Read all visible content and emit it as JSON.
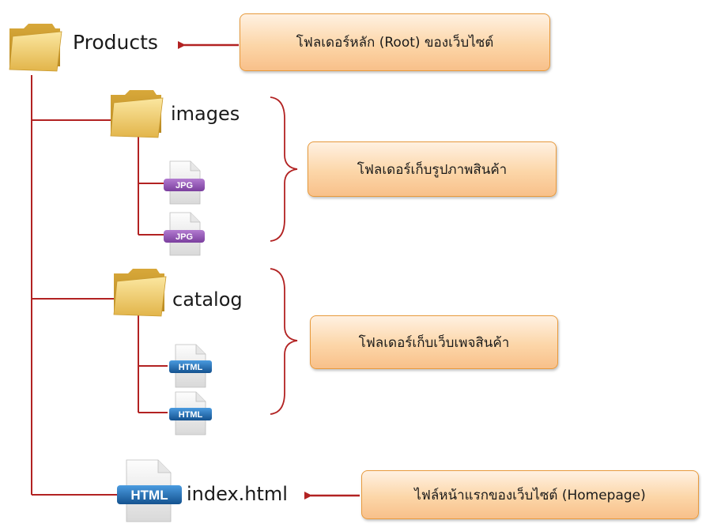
{
  "tree": {
    "root": {
      "name": "Products",
      "icon": "folder-icon"
    },
    "folders": [
      {
        "name": "images",
        "icon": "folder-icon",
        "files": [
          {
            "badge": "JPG",
            "icon": "jpg-file-icon"
          },
          {
            "badge": "JPG",
            "icon": "jpg-file-icon"
          }
        ]
      },
      {
        "name": "catalog",
        "icon": "folder-icon",
        "files": [
          {
            "badge": "HTML",
            "icon": "html-file-icon"
          },
          {
            "badge": "HTML",
            "icon": "html-file-icon"
          }
        ]
      }
    ],
    "index_file": {
      "name": "index.html",
      "badge": "HTML",
      "icon": "html-file-icon"
    }
  },
  "callouts": {
    "root": "โฟลเดอร์หลัก (Root) ของเว็บไซต์",
    "images": "โฟลเดอร์เก็บรูปภาพสินค้า",
    "catalog": "โฟลเดอร์เก็บเว็บเพจสินค้า",
    "homepage": "ไฟล์หน้าแรกของเว็บไซต์ (Homepage)"
  },
  "colors": {
    "tree_line": "#b22222",
    "callout_border": "#e89a3c",
    "callout_fill": "#fcd6a8",
    "folder": "#e8c45c",
    "jpg_badge": "#8e4fb0",
    "html_badge": "#1f6fb5"
  }
}
